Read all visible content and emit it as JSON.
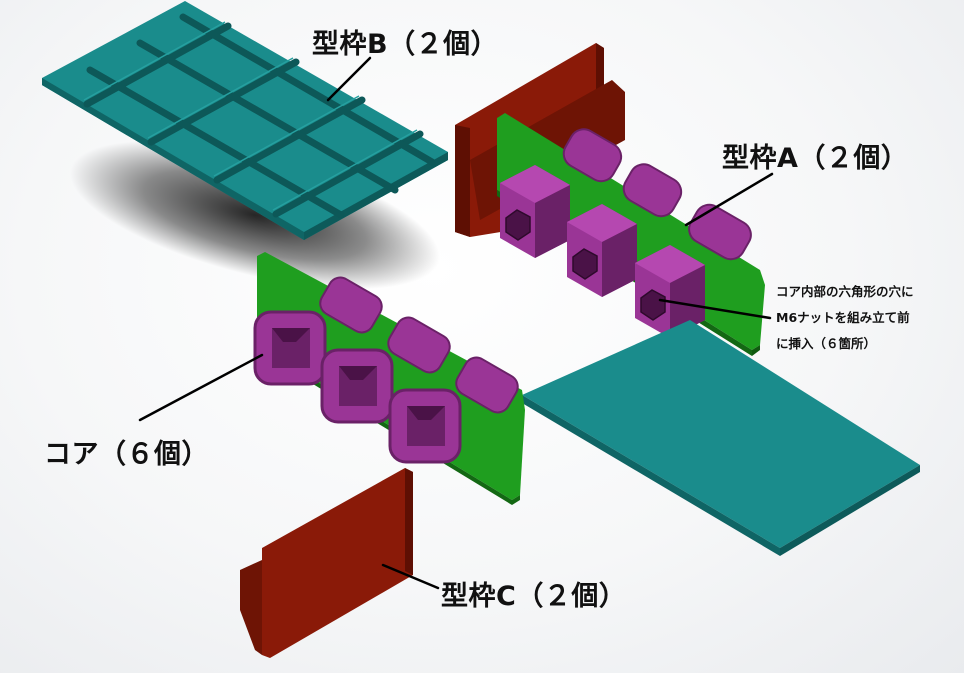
{
  "labels": {
    "mold_b": "型枠B（２個）",
    "mold_a": "型枠A（２個）",
    "core": "コア（６個）",
    "mold_c": "型枠C（２個）"
  },
  "note": {
    "line1": "コア内部の六角形の穴に",
    "line2": "M6ナットを組み立て前",
    "line3": "に挿入（６箇所）"
  },
  "colors": {
    "teal": "#1a8c8c",
    "teal_dark": "#0f6565",
    "rust": "#8a1a08",
    "rust_dark": "#5e0f03",
    "green": "#1f9e1f",
    "green_dark": "#136813",
    "purple": "#9a3596",
    "purple_dark": "#6a2167",
    "leader": "#000000"
  }
}
